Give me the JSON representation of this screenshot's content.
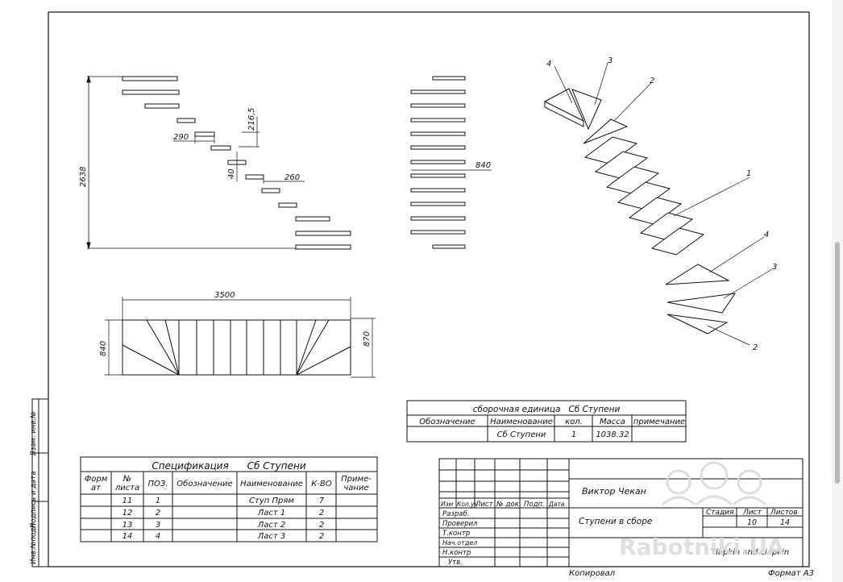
{
  "dimensions": {
    "height_total": "2638",
    "step_depth": "290",
    "step_rise": "216,5",
    "thickness": "40",
    "overhang": "260",
    "width": "840",
    "length": "3500",
    "plan_width": "840",
    "plan_depth": "870"
  },
  "leaders": {
    "iso_top_4": "4",
    "iso_top_3": "3",
    "iso_top_2": "2",
    "iso_mid_1": "1",
    "iso_bot_4": "4",
    "iso_bot_3": "3",
    "iso_bot_2": "2"
  },
  "side_stamp": {
    "col1": "Инв.№подл",
    "col2": "Подпись и дата",
    "col3": "Взам. инв.№"
  },
  "assembly_table": {
    "caption": "сборочная единица   Сб Ступени",
    "headers": [
      "Обозначение",
      "Наименование",
      "кол.",
      "Масса",
      "примечание"
    ],
    "row": [
      "",
      "Сб Ступени",
      "1",
      "1038.32",
      ""
    ]
  },
  "spec_table": {
    "caption": "Спецификация      Сб Ступени",
    "headers": [
      [
        "Форм",
        "ат"
      ],
      [
        "№",
        "листа"
      ],
      [
        "ПОЗ."
      ],
      [
        "Обозначение"
      ],
      [
        "Наименование"
      ],
      [
        "К-ВО"
      ],
      [
        "Приме-",
        "чание"
      ]
    ],
    "rows": [
      [
        "11",
        "1",
        "",
        "Ступ Прям",
        "7",
        ""
      ],
      [
        "12",
        "2",
        "",
        "Ласт 1",
        "2",
        ""
      ],
      [
        "13",
        "3",
        "",
        "Ласт 2",
        "2",
        ""
      ],
      [
        "14",
        "4",
        "",
        "Ласт 3",
        "2",
        ""
      ]
    ]
  },
  "title_block": {
    "designer": "Виктор Чекан",
    "drawing_name": "Ступени в сборе",
    "col_headers": [
      "Изм",
      "Кол.уч",
      "Лист",
      "№ док",
      "Подп.",
      "Дата"
    ],
    "row_labels": [
      "Разраб.",
      "Проверил",
      "Т.контр",
      "Нач.отдел",
      "Н.контр",
      "Утв."
    ],
    "stage_label": "Стадия",
    "sheet_label": "Лист",
    "sheets_label": "Листов",
    "sheet_value": "10",
    "sheets_value": "14",
    "org": "Tiapkin and Liapkin",
    "copied": "Копировал",
    "format": "Формат А3"
  },
  "watermark": "Rabotniki.UA"
}
